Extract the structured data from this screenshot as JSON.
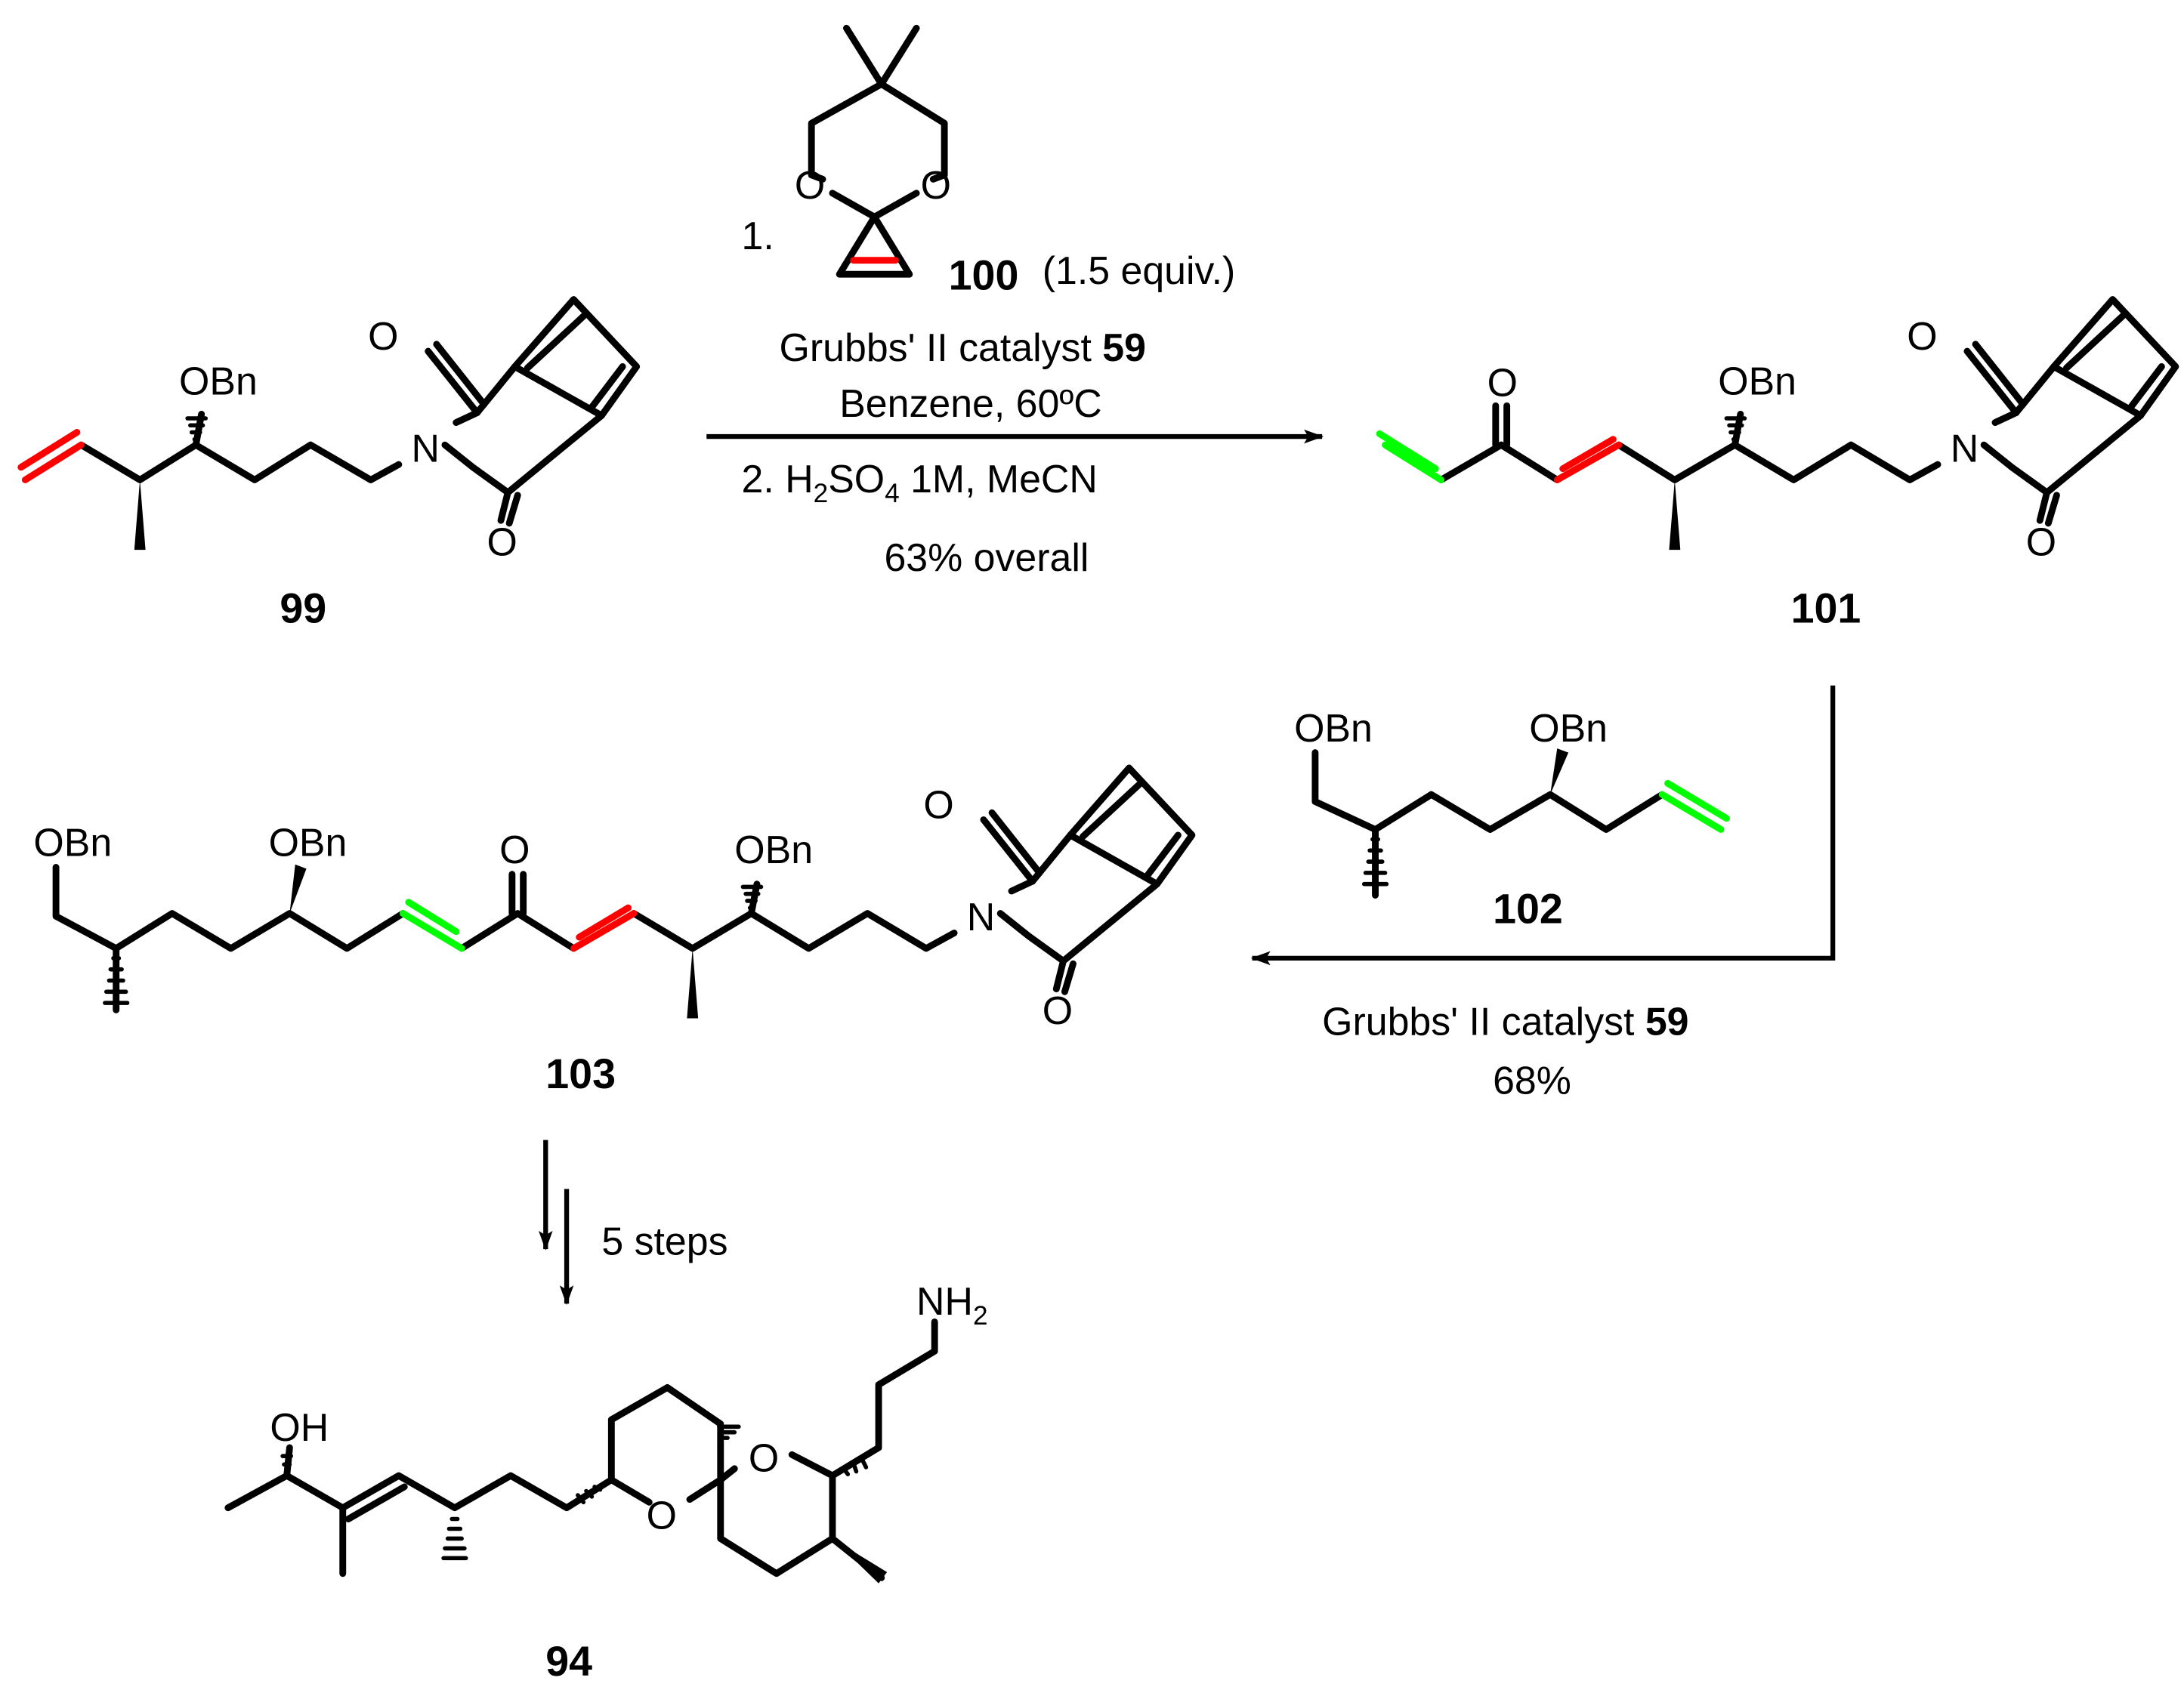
{
  "colors": {
    "bond": "#000000",
    "red_olefin": "#ff0000",
    "green_olefin": "#00ff00"
  },
  "compounds": {
    "c99": {
      "number": "99",
      "labels": [
        "OBn",
        "O",
        "O",
        "N"
      ]
    },
    "c100": {
      "number": "100",
      "labels": [
        "O",
        "O"
      ],
      "equiv": "(1.5 equiv.)"
    },
    "c101": {
      "number": "101",
      "labels": [
        "O",
        "OBn",
        "O",
        "O",
        "N"
      ]
    },
    "c102": {
      "number": "102",
      "labels": [
        "OBn",
        "OBn"
      ]
    },
    "c103": {
      "number": "103",
      "labels": [
        "OBn",
        "OBn",
        "O",
        "OBn",
        "O",
        "O",
        "N"
      ]
    },
    "c94": {
      "number": "94",
      "labels": [
        "OH",
        "O",
        "O",
        "NH",
        "2"
      ]
    }
  },
  "step1": {
    "prefix": "1.",
    "catalyst_text": "Grubbs' II catalyst ",
    "catalyst_number": "59",
    "solvent": "Benzene, 60ºC",
    "reagent_prefix": "2. H",
    "reagent_sub1": "2",
    "reagent_mid": "SO",
    "reagent_sub2": "4",
    "reagent_suffix": " 1M, MeCN",
    "yield": "63% overall"
  },
  "step2": {
    "catalyst_text": "Grubbs' II catalyst ",
    "catalyst_number": "59",
    "yield": "68%"
  },
  "step3": {
    "label": "5 steps"
  }
}
